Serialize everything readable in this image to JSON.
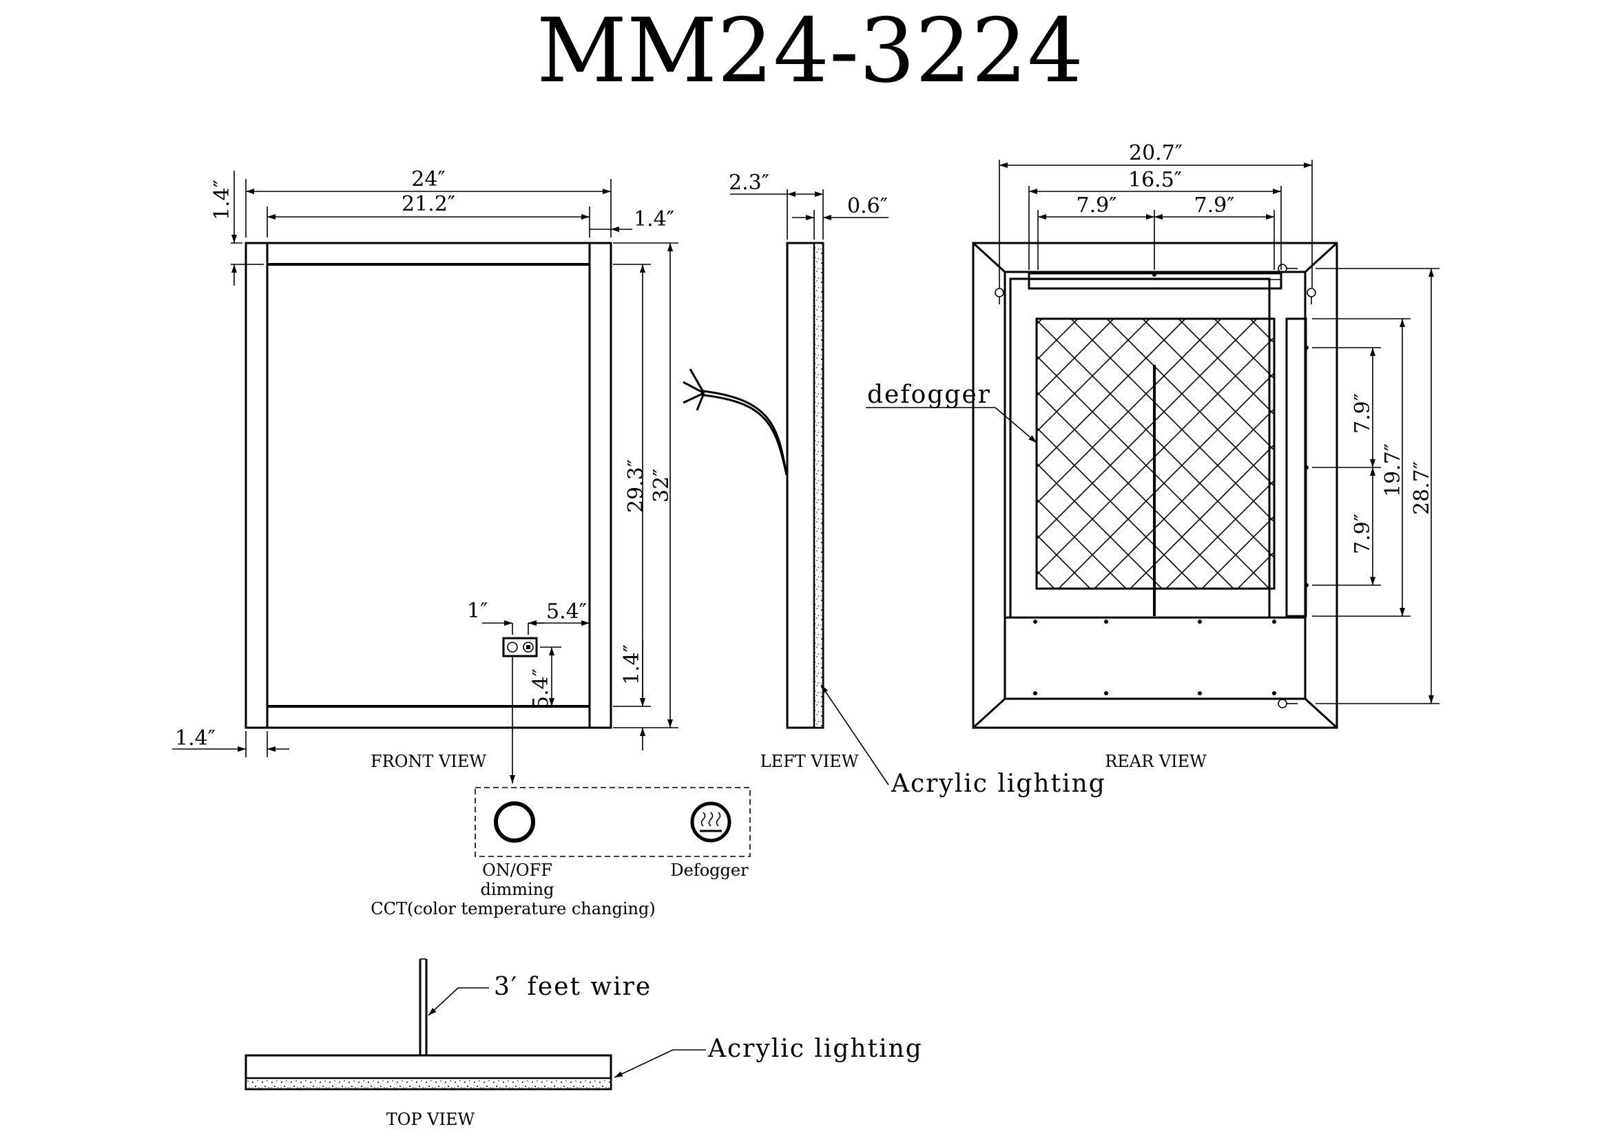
{
  "title": "MM24-3224",
  "front_view": {
    "label": "FRONT VIEW",
    "dims": {
      "overall_width": "24″",
      "inner_width": "21.2″",
      "frame_right_top": "1.4″",
      "frame_top_left": "1.4″",
      "inner_height": "29.3″",
      "overall_height": "32″",
      "frame_bottom_right": "1.4″",
      "frame_left_bottom": "1.4″",
      "switch_width": "1″",
      "switch_from_right": "5.4″",
      "switch_from_bottom": "5.4″"
    }
  },
  "left_view": {
    "label": "LEFT VIEW",
    "dims": {
      "depth": "2.3″",
      "acrylic": "0.6″"
    },
    "callout": "Acrylic lighting"
  },
  "rear_view": {
    "label": "REAR VIEW",
    "dims": {
      "hanger_span": "20.7″",
      "bracket_width": "16.5″",
      "bracket_left": "7.9″",
      "bracket_right": "7.9″",
      "vertical_total": "28.7″",
      "vertical_bracket": "19.7″",
      "vertical_upper": "7.9″",
      "vertical_lower": "7.9″"
    },
    "callout": "defogger"
  },
  "control_panel": {
    "on_off_lines": [
      "ON/OFF",
      "dimming",
      "CCT(color temperature changing)"
    ],
    "defogger_label": "Defogger",
    "icons": [
      "power-ring-icon",
      "defogger-heat-icon"
    ]
  },
  "top_view": {
    "label": "TOP VIEW",
    "wire_callout": "3′ feet wire",
    "acrylic_callout": "Acrylic lighting"
  }
}
